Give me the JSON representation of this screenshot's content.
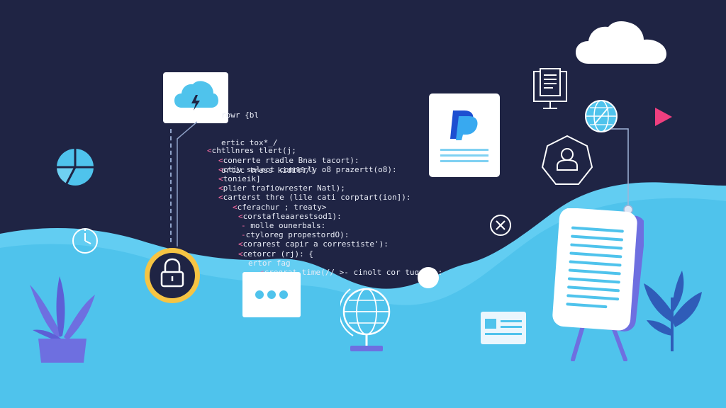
{
  "colors": {
    "background": "#1f2444",
    "wave": "#4fc3ec",
    "wave_light": "#62cdf2",
    "accent_pink": "#ef3f7f",
    "accent_yellow": "#f6c443",
    "plant": "#6e6fe0",
    "white": "#ffffff",
    "line_gray": "#cfd6e6"
  },
  "icons": {
    "cloud_top": "cloud-icon",
    "cloud_card": "cloud-lightning-icon",
    "payment": "paypal-logo-icon",
    "desktop": "desktop-document-icon",
    "globe": "globe-icon",
    "play": "play-triangle-icon",
    "user": "user-heptagon-icon",
    "pie": "pie-chart-icon",
    "clock": "clock-icon",
    "lock": "padlock-icon",
    "close": "close-circle-icon",
    "chat": "chat-dots-icon",
    "world_stand": "desk-globe-icon",
    "id_card": "id-card-icon",
    "document": "document-easel-icon",
    "plant_left": "potted-plant-icon",
    "plant_right": "plant-icon"
  },
  "code": {
    "header": [
      "rowr {bl",
      "ertic tox*_/",
      "ortic tress kidill/]"
    ],
    "lines": [
      {
        "tag": "<",
        "text": "chtllnres tlert(j;"
      },
      {
        "tag": "<",
        "text": "conerrte rtadle Bnas tacort):"
      },
      {
        "tag": "<",
        "text": "ctiv salect comnerly o8 prazertt(o8):"
      },
      {
        "tag": "<",
        "text": "tonieik]"
      },
      {
        "tag": "<",
        "text": "plier trafiowrester Natl);"
      },
      {
        "tag": "<",
        "text": "carterst thre (lile cati corptart(ion]):"
      },
      {
        "tag": "<",
        "text": "cferachur ; treaty>"
      },
      {
        "tag": "<",
        "text": "corstafleaarestsod1):"
      },
      {
        "tag": "-",
        "text": " molle ounerbals:"
      },
      {
        "tag": "-",
        "text": "ctyloreg propestordO):"
      },
      {
        "tag": "<",
        "text": "corarest capir a correstiste'):"
      },
      {
        "tag": "<",
        "text": "cetorcr (rj): {"
      },
      {
        "tag": "",
        "text": "ertor fag"
      },
      {
        "tag": "<",
        "text": "cregrat time(// >- cinolt cor tuqmel):"
      }
    ]
  }
}
